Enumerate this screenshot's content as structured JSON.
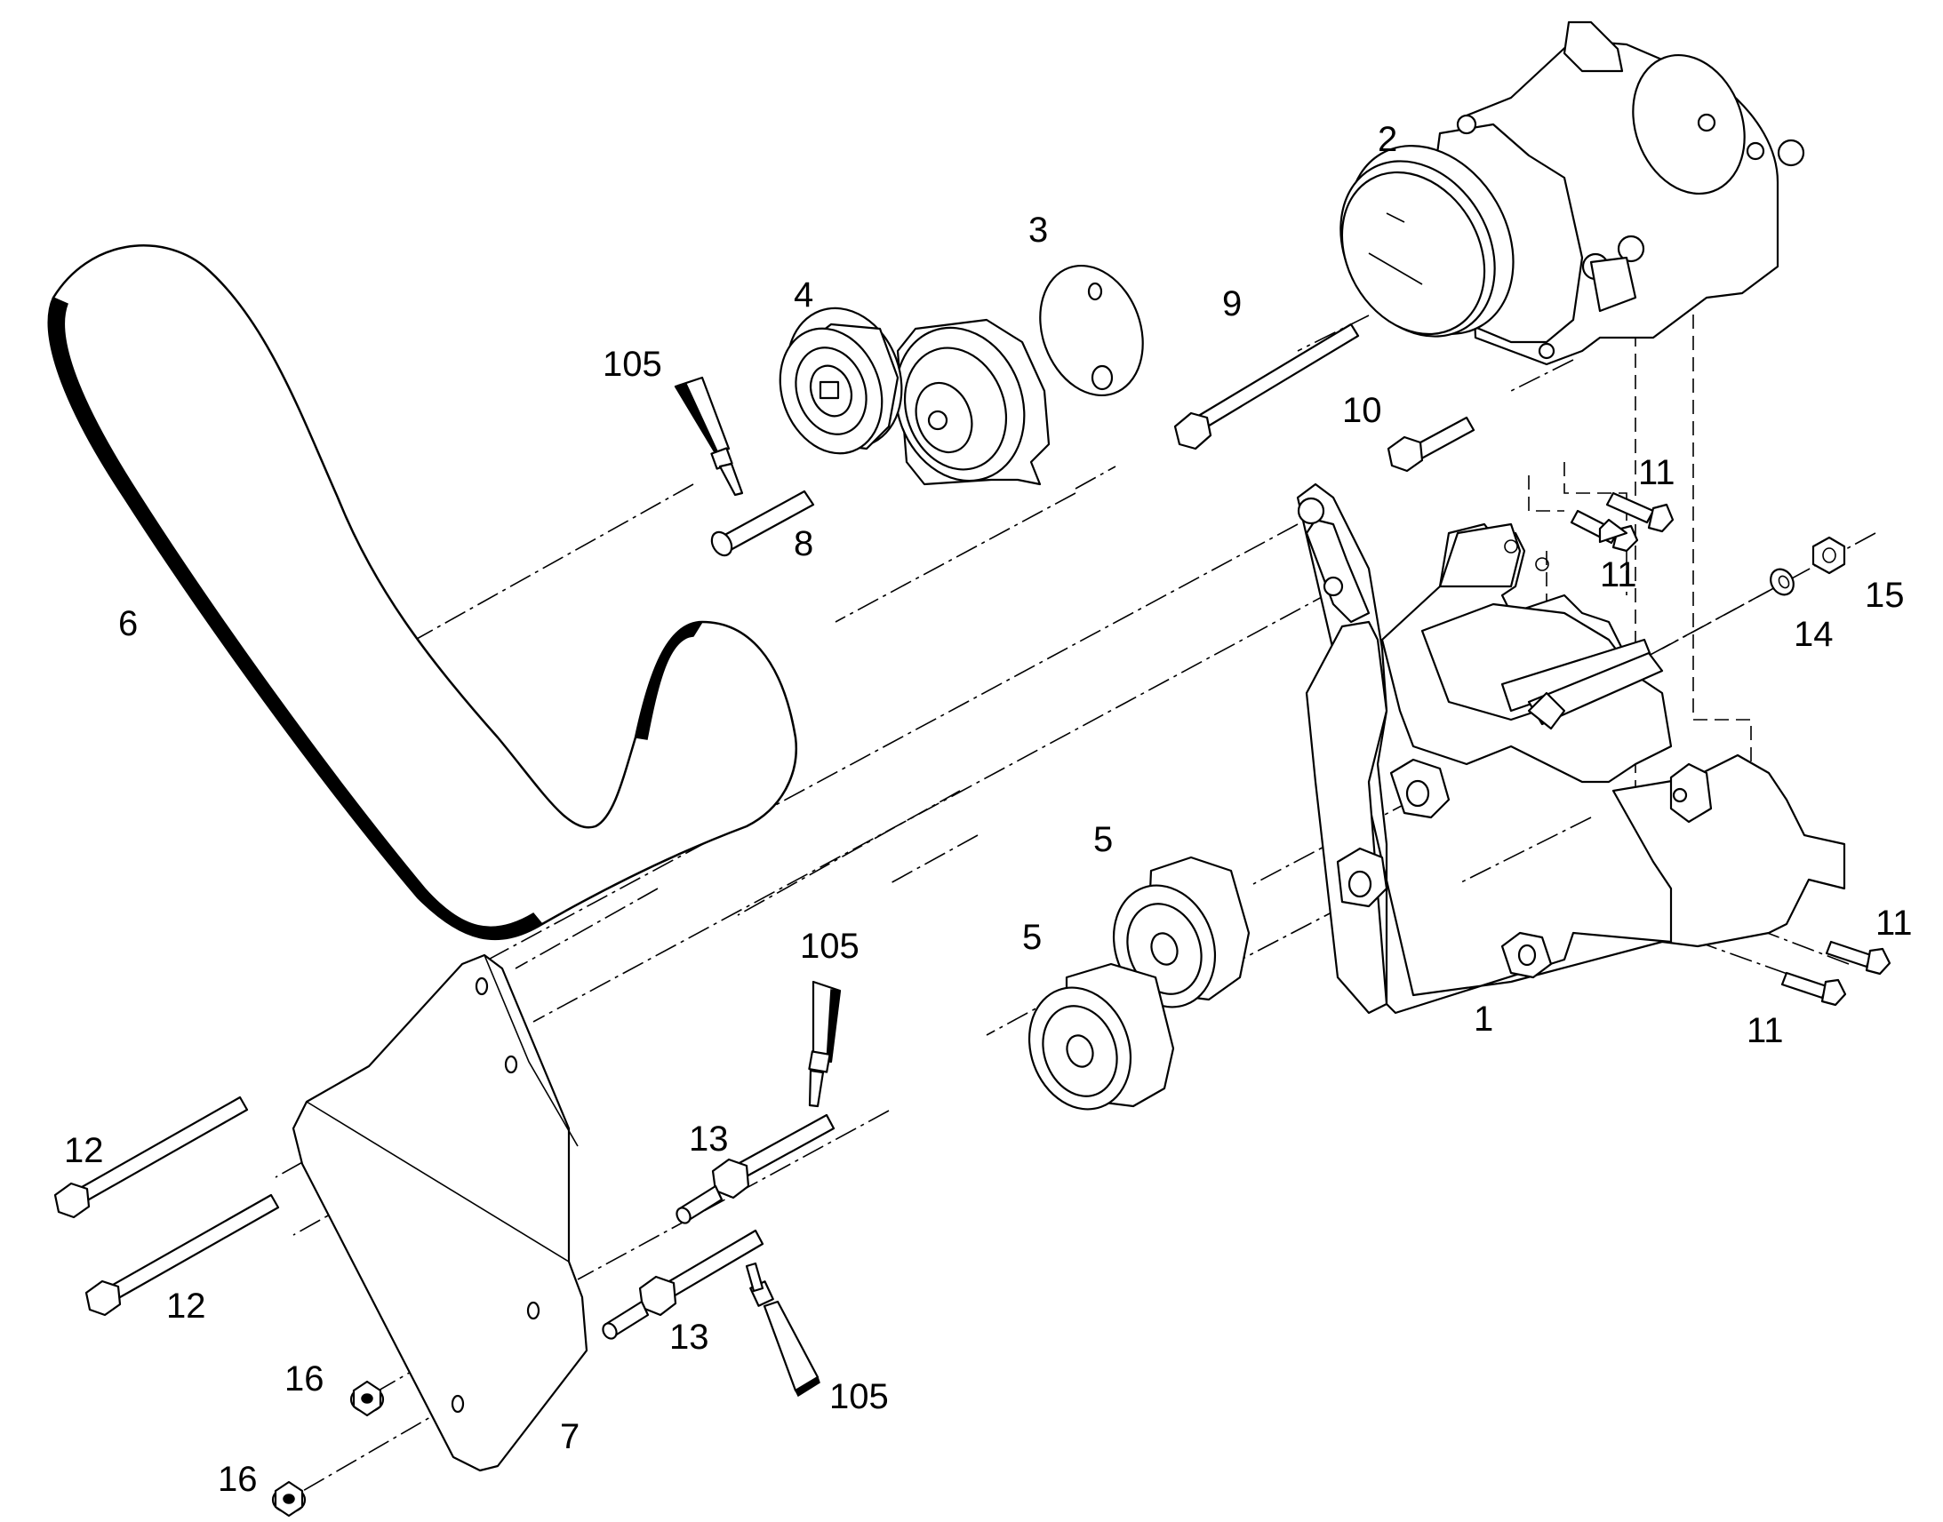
{
  "callouts": [
    {
      "id": "c-2",
      "label": "2"
    },
    {
      "id": "c-3",
      "label": "3"
    },
    {
      "id": "c-4",
      "label": "4"
    },
    {
      "id": "c-105-a",
      "label": "105"
    },
    {
      "id": "c-9",
      "label": "9"
    },
    {
      "id": "c-10",
      "label": "10"
    },
    {
      "id": "c-8",
      "label": "8"
    },
    {
      "id": "c-11-a",
      "label": "11"
    },
    {
      "id": "c-11-b",
      "label": "11"
    },
    {
      "id": "c-15",
      "label": "15"
    },
    {
      "id": "c-14",
      "label": "14"
    },
    {
      "id": "c-6",
      "label": "6"
    },
    {
      "id": "c-5-a",
      "label": "5"
    },
    {
      "id": "c-5-b",
      "label": "5"
    },
    {
      "id": "c-105-b",
      "label": "105"
    },
    {
      "id": "c-11-c",
      "label": "11"
    },
    {
      "id": "c-11-d",
      "label": "11"
    },
    {
      "id": "c-1",
      "label": "1"
    },
    {
      "id": "c-12-a",
      "label": "12"
    },
    {
      "id": "c-13-a",
      "label": "13"
    },
    {
      "id": "c-12-b",
      "label": "12"
    },
    {
      "id": "c-13-b",
      "label": "13"
    },
    {
      "id": "c-105-c",
      "label": "105"
    },
    {
      "id": "c-16-a",
      "label": "16"
    },
    {
      "id": "c-16-b",
      "label": "16"
    },
    {
      "id": "c-7",
      "label": "7"
    }
  ]
}
